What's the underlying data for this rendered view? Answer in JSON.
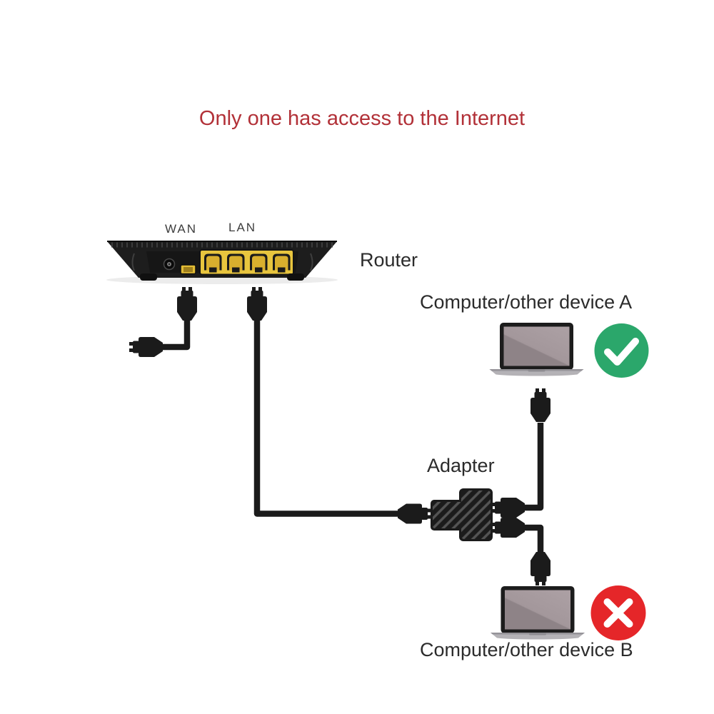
{
  "title": {
    "text": "Only one has access to the Internet",
    "color": "#b23138"
  },
  "router": {
    "label": "Router",
    "ports": {
      "wan_label": "WAN",
      "lan_label": "LAN",
      "lan_port_count": 4,
      "port_color": "#e8c53e"
    }
  },
  "adapter": {
    "label": "Adapter",
    "type": "1-to-2 ethernet splitter"
  },
  "devices": [
    {
      "id": "A",
      "label": "Computer/other device A",
      "badge_icon": "checkmark-icon",
      "badge_color": "#2ba76b"
    },
    {
      "id": "B",
      "label": "Computer/other device B",
      "badge_icon": "cross-icon",
      "badge_color": "#e52629"
    }
  ]
}
